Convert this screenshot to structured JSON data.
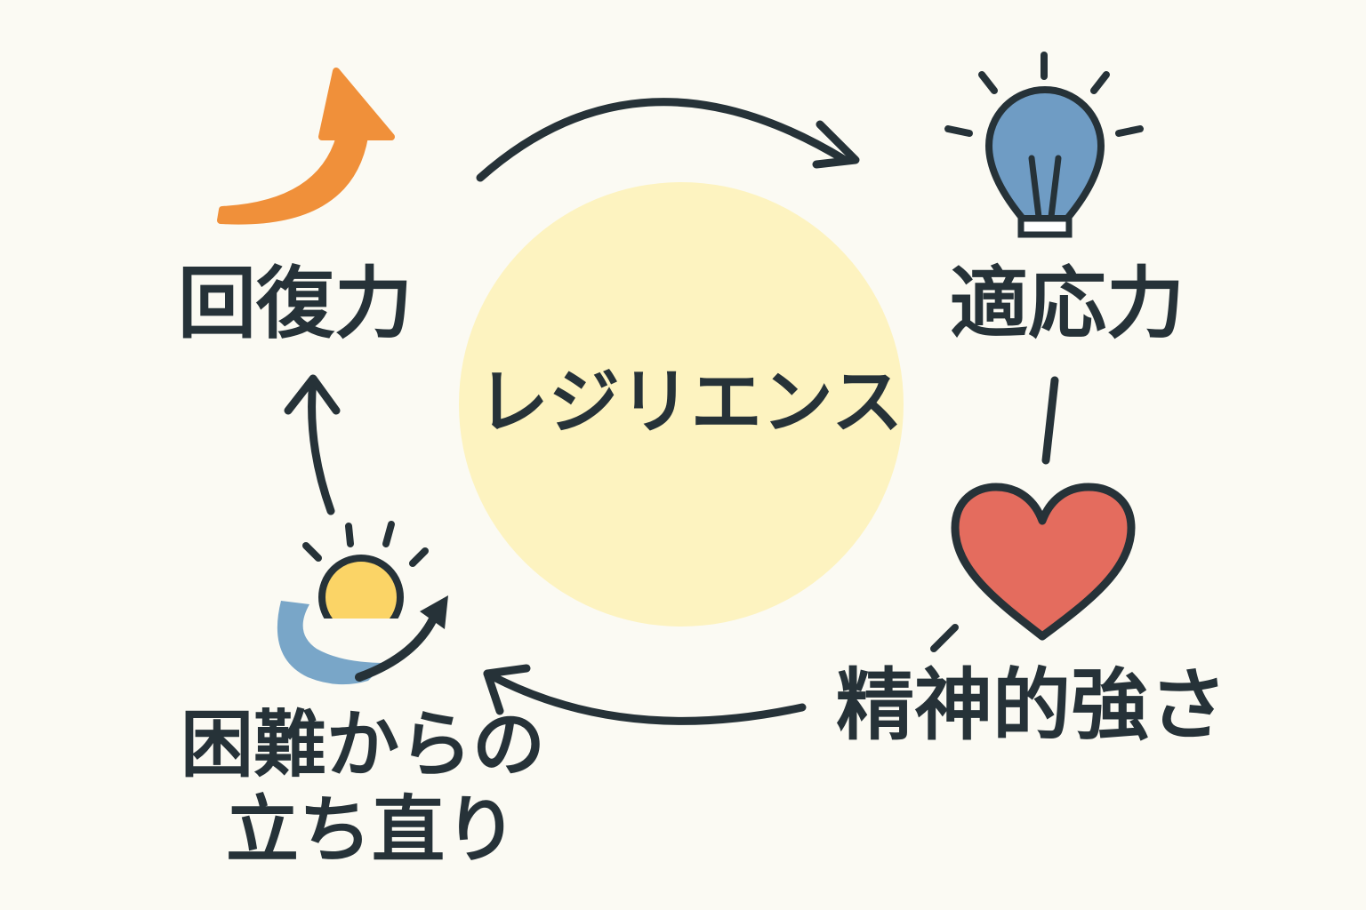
{
  "center": {
    "title": "レジリエンス",
    "circle_color": "#fdf3c0"
  },
  "nodes": {
    "recovery": {
      "label": "回復力",
      "icon": "up-curved-arrow-icon",
      "icon_color": "#f0903a"
    },
    "adaptability": {
      "label": "適応力",
      "icon": "lightbulb-icon",
      "icon_color": "#6f9cc4"
    },
    "mental_strength": {
      "label": "精神的強さ",
      "icon": "heart-icon",
      "icon_color": "#e46c5e"
    },
    "bounce_back": {
      "line1": "困難からの",
      "line2": "立ち直り",
      "icon": "sunrise-icon",
      "icon_color": "#fbd466",
      "wave_color": "#79a6c8"
    }
  },
  "colors": {
    "background": "#fbfaf3",
    "ink": "#263238"
  }
}
